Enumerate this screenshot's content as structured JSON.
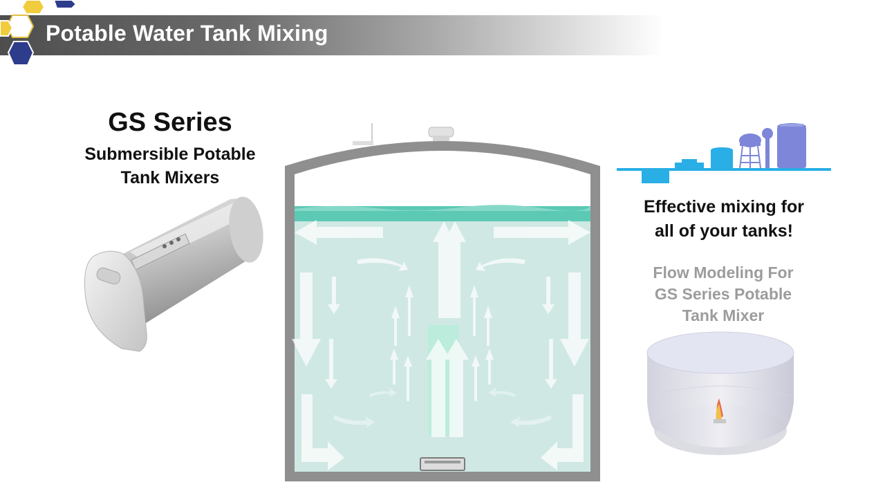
{
  "header": {
    "title": "Potable Water Tank Mixing"
  },
  "left": {
    "product_title": "GS Series",
    "product_subtitle_line1": "Submersible Potable",
    "product_subtitle_line2": "Tank Mixers"
  },
  "right": {
    "tagline_line1": "Effective mixing for",
    "tagline_line2": "all of your tanks!",
    "flow_line1": "Flow Modeling For",
    "flow_line2": "GS Series Potable",
    "flow_line3": "Tank Mixer"
  },
  "colors": {
    "water": "#cfe8e3",
    "water_surface": "#5cc9b5",
    "skyline_blue": "#29aee6",
    "tower_purple": "#7d86d8",
    "tank_wall": "#8f8f8f",
    "logo_yellow": "#f1cc3c",
    "logo_navy": "#2e3c8c"
  },
  "icons": {
    "logo": "hexagon-cluster-icon",
    "mixer": "cylindrical-mixer-icon",
    "skyline": "water-tanks-skyline-icon",
    "flow_model": "cylinder-flow-model-icon"
  }
}
